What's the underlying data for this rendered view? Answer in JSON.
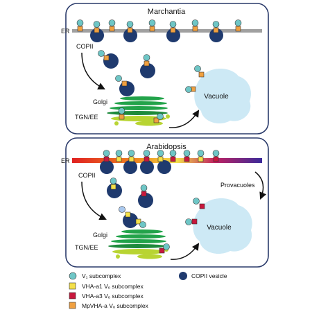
{
  "panel_top": {
    "title": "Marchantia",
    "er_label": "ER",
    "copii_label": "COPII",
    "golgi_label": "Golgi",
    "tgn_label": "TGN/EE",
    "vacuole_label": "Vacuole"
  },
  "panel_bottom": {
    "title": "Arabidopsis",
    "er_label": "ER",
    "copii_label": "COPII",
    "golgi_label": "Golgi",
    "tgn_label": "TGN/EE",
    "provacuoles_label": "Provacuoles",
    "vacuole_label": "Vacuole"
  },
  "legend": {
    "v1_label": "V₁ subcomplex",
    "copii_vesicle_label": "COPII vesicle",
    "vha_a1_label": "VHA-a1 Vₒ subcomplex",
    "vha_a3_label": "VHA-a3 Vₒ subcomplex",
    "mpvha_label": "MpVHA-a Vₒ subcomplex"
  },
  "colors": {
    "v1": "#6ec6c6",
    "copii_vesicle": "#1f3a6e",
    "vha_a1": "#f4e04a",
    "vha_a3": "#c8173c",
    "mpvha": "#f0a040",
    "vacuole": "#cde9f5",
    "golgi": "#22a34a",
    "tgn": "#b8d432",
    "er_gray": "#a0a0a0",
    "panel_border": "#2a3a6a"
  }
}
